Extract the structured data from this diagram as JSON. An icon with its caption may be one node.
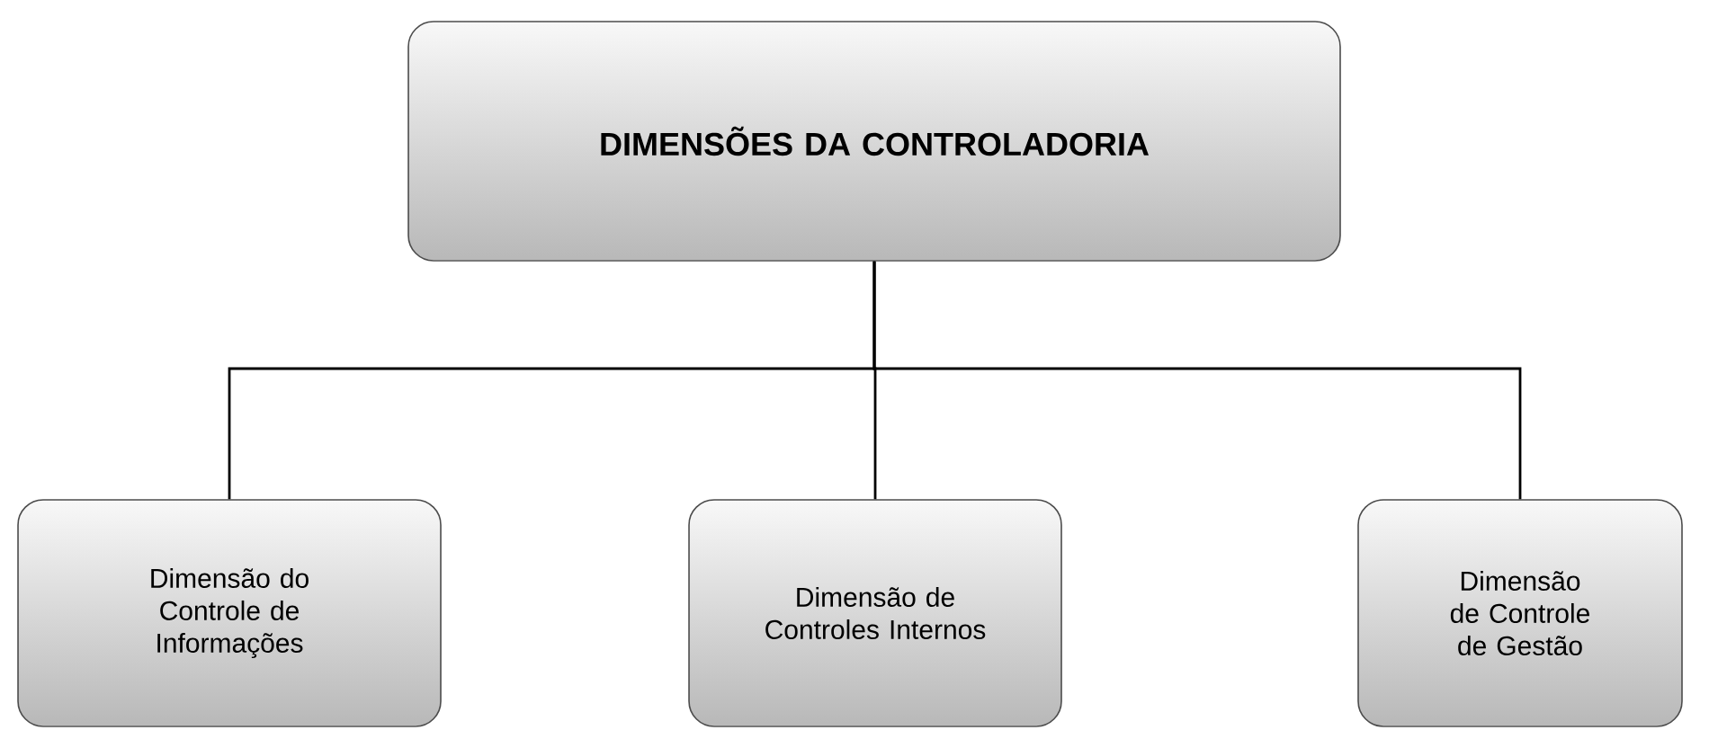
{
  "diagram": {
    "nodes": [
      {
        "text": [
          "DIMENSÕES DA CONTROLADORIA"
        ]
      },
      {
        "text": [
          "Dimensão do Controle de Informações"
        ]
      },
      {
        "text": [
          "Dimensão de Controles Internos"
        ]
      },
      {
        "text": [
          "Dimensão de Controle de Gestão"
        ]
      }
    ],
    "edges": [
      {
        "from": 0,
        "to": 1,
        "arrow": "none"
      },
      {
        "from": 0,
        "to": 2,
        "arrow": "none"
      },
      {
        "from": 0,
        "to": 3,
        "arrow": "none"
      }
    ]
  }
}
